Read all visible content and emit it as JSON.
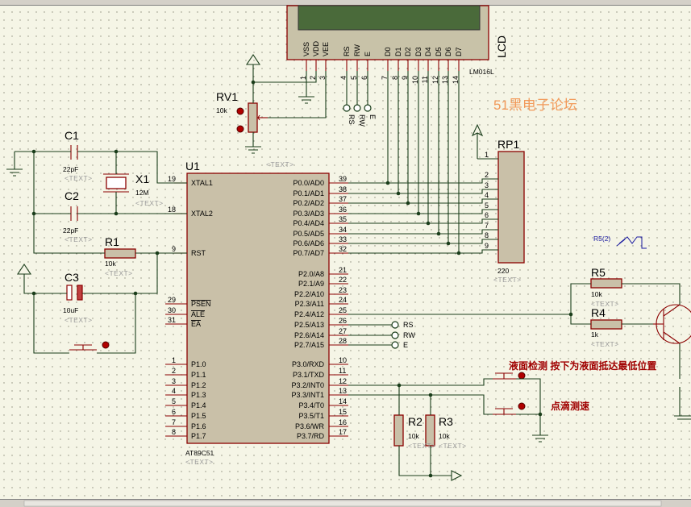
{
  "watermark": "51黑电子论坛",
  "placeholder_text": "<TEXT>",
  "lcd": {
    "ref": "LCD",
    "model": "LM016L",
    "pins": [
      {
        "name": "VSS",
        "num": "1"
      },
      {
        "name": "VDD",
        "num": "2"
      },
      {
        "name": "VEE",
        "num": "3"
      },
      {
        "name": "RS",
        "num": "4"
      },
      {
        "name": "RW",
        "num": "5"
      },
      {
        "name": "E",
        "num": "6"
      },
      {
        "name": "D0",
        "num": "7"
      },
      {
        "name": "D1",
        "num": "8"
      },
      {
        "name": "D2",
        "num": "9"
      },
      {
        "name": "D3",
        "num": "10"
      },
      {
        "name": "D4",
        "num": "11"
      },
      {
        "name": "D5",
        "num": "12"
      },
      {
        "name": "D6",
        "num": "13"
      },
      {
        "name": "D7",
        "num": "14"
      }
    ],
    "term_labels": [
      "RS",
      "RW",
      "E"
    ]
  },
  "mcu": {
    "ref": "U1",
    "model": "AT89C51",
    "left_pins": [
      {
        "num": "19",
        "name": "XTAL1"
      },
      {
        "num": "18",
        "name": "XTAL2"
      },
      {
        "num": "9",
        "name": "RST"
      },
      {
        "num": "29",
        "name": "PSEN"
      },
      {
        "num": "30",
        "name": "ALE"
      },
      {
        "num": "31",
        "name": "EA"
      },
      {
        "num": "1",
        "name": "P1.0"
      },
      {
        "num": "2",
        "name": "P1.1"
      },
      {
        "num": "3",
        "name": "P1.2"
      },
      {
        "num": "4",
        "name": "P1.3"
      },
      {
        "num": "5",
        "name": "P1.4"
      },
      {
        "num": "6",
        "name": "P1.5"
      },
      {
        "num": "7",
        "name": "P1.6"
      },
      {
        "num": "8",
        "name": "P1.7"
      }
    ],
    "right_pins": [
      {
        "num": "39",
        "name": "P0.0/AD0"
      },
      {
        "num": "38",
        "name": "P0.1/AD1"
      },
      {
        "num": "37",
        "name": "P0.2/AD2"
      },
      {
        "num": "36",
        "name": "P0.3/AD3"
      },
      {
        "num": "35",
        "name": "P0.4/AD4"
      },
      {
        "num": "34",
        "name": "P0.5/AD5"
      },
      {
        "num": "33",
        "name": "P0.6/AD6"
      },
      {
        "num": "32",
        "name": "P0.7/AD7"
      },
      {
        "num": "21",
        "name": "P2.0/A8"
      },
      {
        "num": "22",
        "name": "P2.1/A9"
      },
      {
        "num": "23",
        "name": "P2.2/A10"
      },
      {
        "num": "24",
        "name": "P2.3/A11"
      },
      {
        "num": "25",
        "name": "P2.4/A12"
      },
      {
        "num": "26",
        "name": "P2.5/A13"
      },
      {
        "num": "27",
        "name": "P2.6/A14"
      },
      {
        "num": "28",
        "name": "P2.7/A15"
      },
      {
        "num": "10",
        "name": "P3.0/RXD"
      },
      {
        "num": "11",
        "name": "P3.1/TXD"
      },
      {
        "num": "12",
        "name": "P3.2/INT0"
      },
      {
        "num": "13",
        "name": "P3.3/INT1"
      },
      {
        "num": "14",
        "name": "P3.4/T0"
      },
      {
        "num": "15",
        "name": "P3.5/T1"
      },
      {
        "num": "16",
        "name": "P3.6/WR"
      },
      {
        "num": "17",
        "name": "P3.7/RD"
      }
    ],
    "p2_terms": [
      "RS",
      "RW",
      "E"
    ]
  },
  "rp1": {
    "ref": "RP1",
    "value": "220",
    "pins": [
      "1",
      "2",
      "3",
      "4",
      "5",
      "6",
      "7",
      "8",
      "9"
    ]
  },
  "components": {
    "rv1": {
      "ref": "RV1",
      "value": "10k"
    },
    "c1": {
      "ref": "C1",
      "value": "22pF"
    },
    "c2": {
      "ref": "C2",
      "value": "22pF"
    },
    "x1": {
      "ref": "X1",
      "value": "12M"
    },
    "r1": {
      "ref": "R1",
      "value": "10k"
    },
    "c3": {
      "ref": "C3",
      "value": "10uF"
    },
    "r2": {
      "ref": "R2",
      "value": "10k"
    },
    "r3": {
      "ref": "R3",
      "value": "10k"
    },
    "r4": {
      "ref": "R4",
      "value": "1k"
    },
    "r5": {
      "ref": "R5",
      "value": "10k"
    }
  },
  "probe": {
    "label": "R5(2)"
  },
  "annotations": {
    "level_detect": "液面检测  按下为液面抵达最低位置",
    "drip_measure": "点滴测速"
  }
}
